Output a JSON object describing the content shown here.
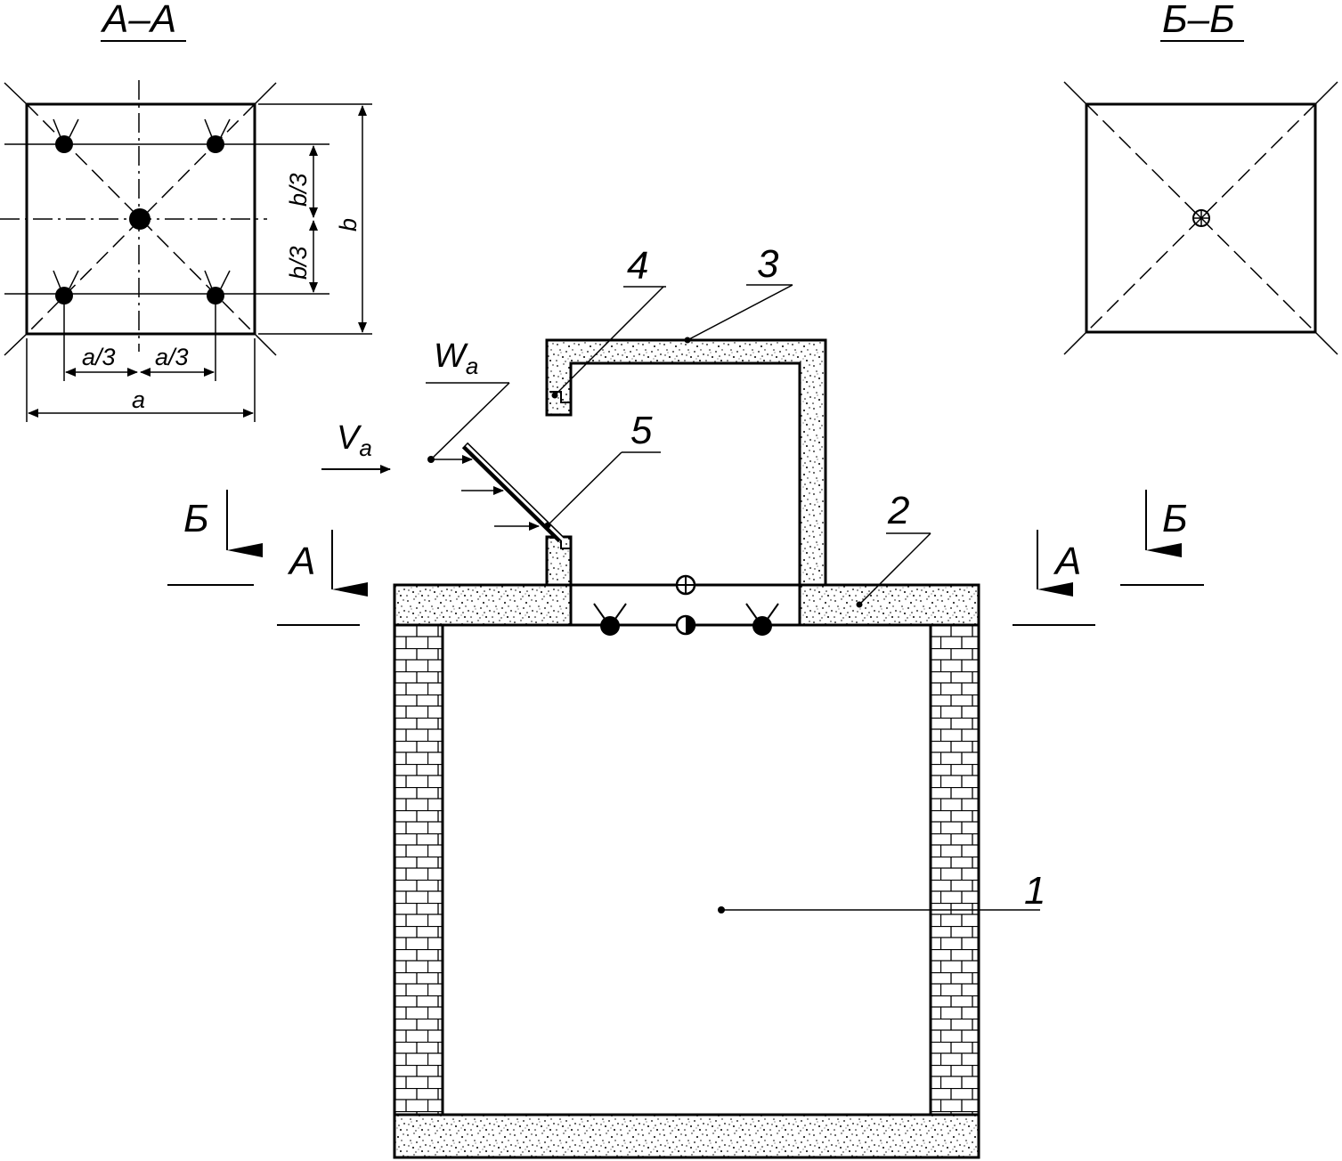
{
  "sections": {
    "aa": "А–А",
    "bb": "Б–Б"
  },
  "dimensions": {
    "a": "a",
    "a_third_1": "a/3",
    "a_third_2": "a/3",
    "b": "b",
    "b_third_1": "b/3",
    "b_third_2": "b/3"
  },
  "flow": {
    "w_main": "W",
    "w_sub": "a",
    "v_main": "V",
    "v_sub": "a"
  },
  "cuts": {
    "a_left": "А",
    "a_right": "А",
    "b_left": "Б",
    "b_right": "Б"
  },
  "callouts": {
    "c1": "1",
    "c2": "2",
    "c3": "3",
    "c4": "4",
    "c5": "5"
  }
}
